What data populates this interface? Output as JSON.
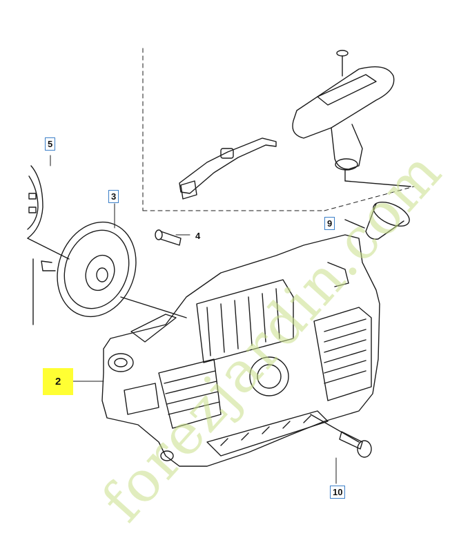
{
  "callouts": {
    "c2": "2",
    "c3": "3",
    "c4": "4",
    "c5": "5",
    "c9": "9",
    "c10": "10"
  },
  "watermark": "forezjardin.com",
  "colors": {
    "line": "#1a1a1a",
    "callout_border": "#3a7ec8",
    "highlight": "#ffff33",
    "watermark_green": "#c9e08a",
    "watermark_orange": "#f0a040"
  }
}
